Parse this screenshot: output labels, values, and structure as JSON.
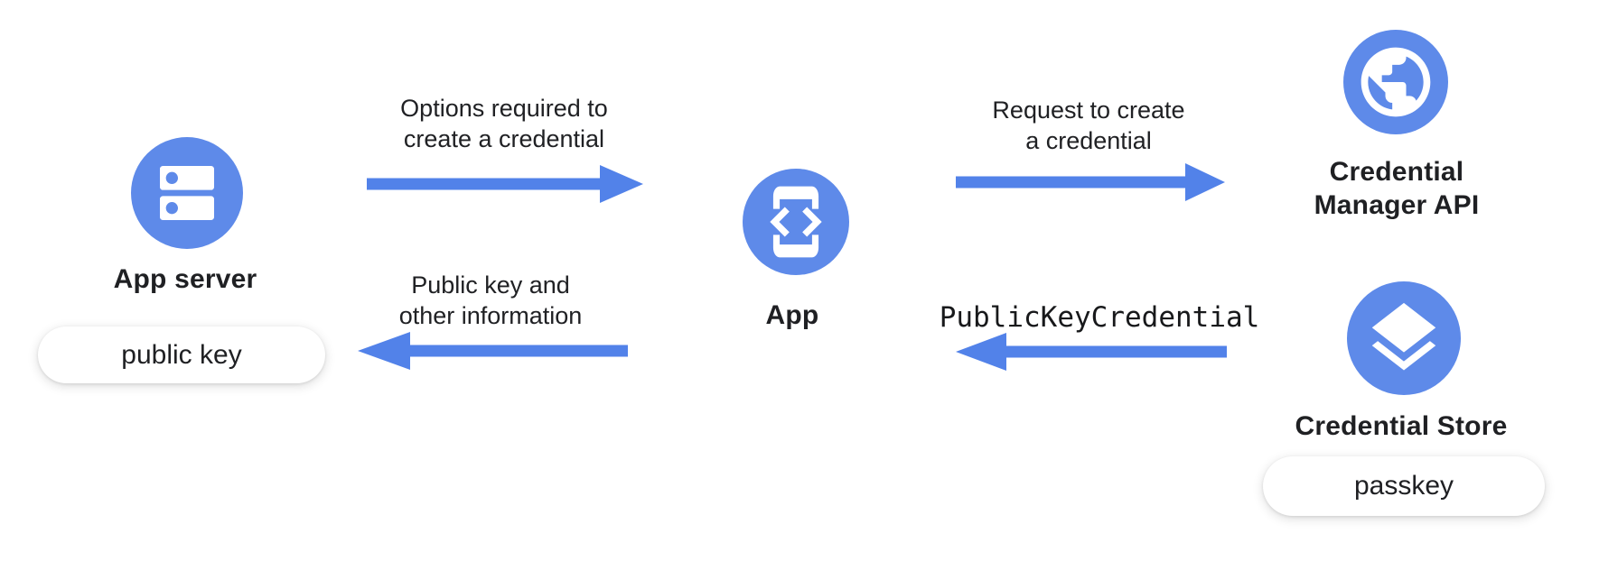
{
  "colors": {
    "node_blue": "#5e8ae9",
    "arrow_blue": "#5282e9",
    "text_dark": "#202124",
    "pill_bg": "#ffffff"
  },
  "nodes": {
    "app_server": {
      "label": "App server",
      "icon": "server-icon"
    },
    "app": {
      "label": "App",
      "icon": "phone-code-icon"
    },
    "credential_manager_api": {
      "label_line1": "Credential",
      "label_line2": "Manager API",
      "icon": "globe-icon"
    },
    "credential_store": {
      "label": "Credential Store",
      "icon": "layers-icon"
    }
  },
  "pills": {
    "public_key": {
      "label": "public key"
    },
    "passkey": {
      "label": "passkey"
    }
  },
  "flows": {
    "options": {
      "line1": "Options required to",
      "line2": "create a credential",
      "direction": "right",
      "from": "App server",
      "to": "App"
    },
    "request": {
      "line1": "Request to create",
      "line2": "a credential",
      "direction": "right",
      "from": "App",
      "to": "Credential Manager API"
    },
    "public_key_credential": {
      "label": "PublicKeyCredential",
      "direction": "left",
      "from": "Credential Store",
      "to": "App"
    },
    "public_key_info": {
      "line1": "Public key and",
      "line2": "other information",
      "direction": "left",
      "from": "App",
      "to": "App server"
    }
  }
}
